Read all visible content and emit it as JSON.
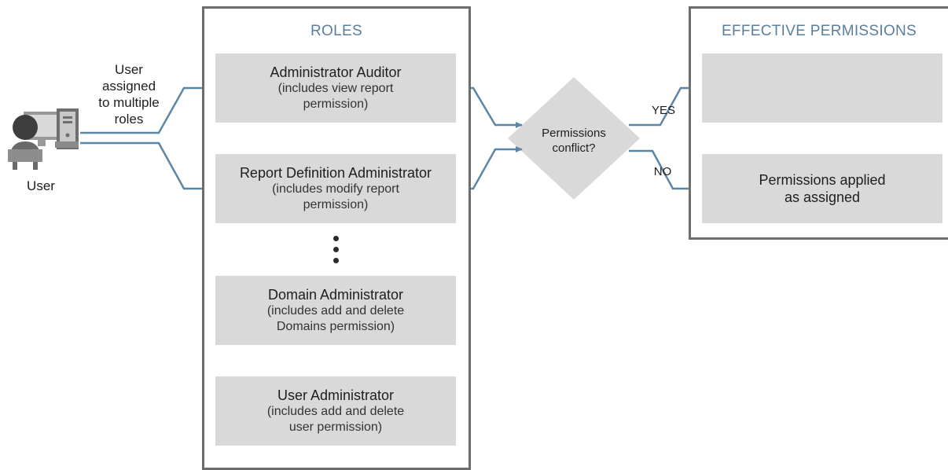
{
  "user": {
    "label": "User",
    "assignment_lines": [
      "User",
      "assigned",
      "to multiple",
      "roles"
    ]
  },
  "roles_panel": {
    "title": "ROLES",
    "roles": [
      {
        "name": "Administrator Auditor",
        "desc_lines": [
          "(includes view report",
          "permission)"
        ]
      },
      {
        "name": "Report Definition Administrator",
        "desc_lines": [
          "(includes modify report",
          "permission)"
        ]
      },
      {
        "name": "Domain Administrator",
        "desc_lines": [
          "(includes add and delete",
          "Domains permission)"
        ]
      },
      {
        "name": "User Administrator",
        "desc_lines": [
          "(includes add and delete",
          "user permission)"
        ]
      }
    ]
  },
  "decision": {
    "lines": [
      "Permissions",
      "conflict?"
    ],
    "yes_label": "YES",
    "no_label": "NO"
  },
  "effective_panel": {
    "title": "EFFECTIVE PERMISSIONS",
    "yes_box_text": "",
    "no_box_lines": [
      "Permissions applied",
      "as assigned"
    ]
  },
  "colors": {
    "connector": "#5b86a6",
    "panel_border": "#6d6d6d",
    "box_fill": "#d9d9da",
    "title_blue": "#5a7f9c"
  }
}
